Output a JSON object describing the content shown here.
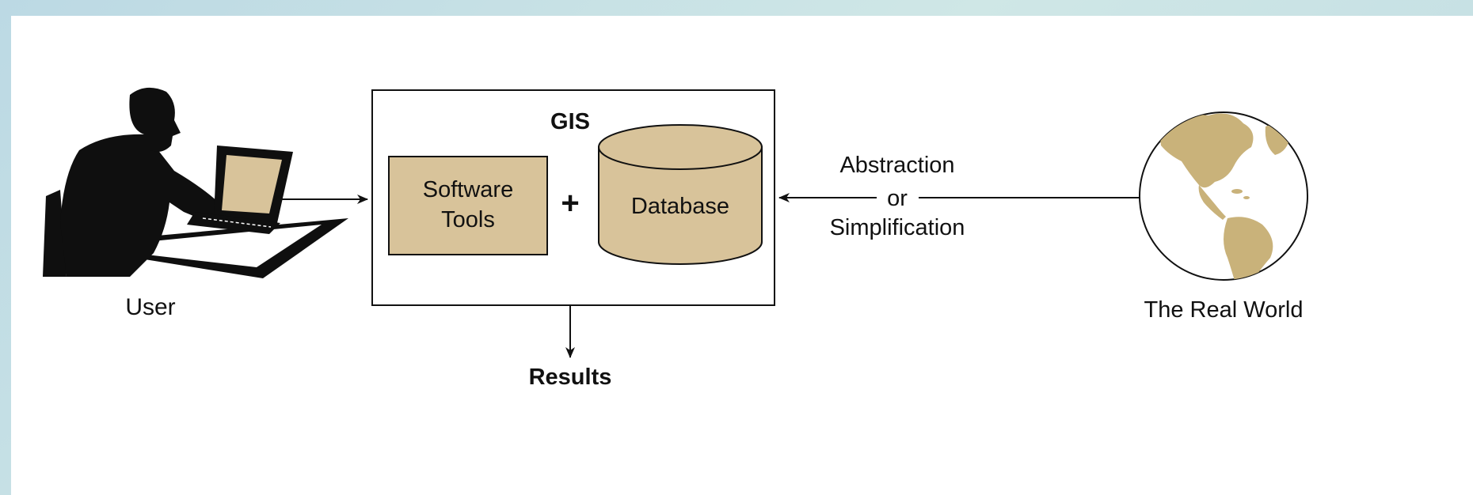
{
  "diagram": {
    "user": {
      "label": "User"
    },
    "gis": {
      "title": "GIS",
      "software_tools": {
        "line1": "Software",
        "line2": "Tools"
      },
      "plus": "+",
      "database": {
        "label": "Database"
      }
    },
    "abstraction": {
      "line1": "Abstraction",
      "line2": "or",
      "line3": "Simplification"
    },
    "real_world": {
      "label": "The Real World"
    },
    "results": {
      "label": "Results"
    }
  },
  "colors": {
    "tan_fill": "#d8c39a",
    "globe_land": "#c9b27a",
    "ink": "#111111",
    "background_teal": "#c7e2e6"
  }
}
